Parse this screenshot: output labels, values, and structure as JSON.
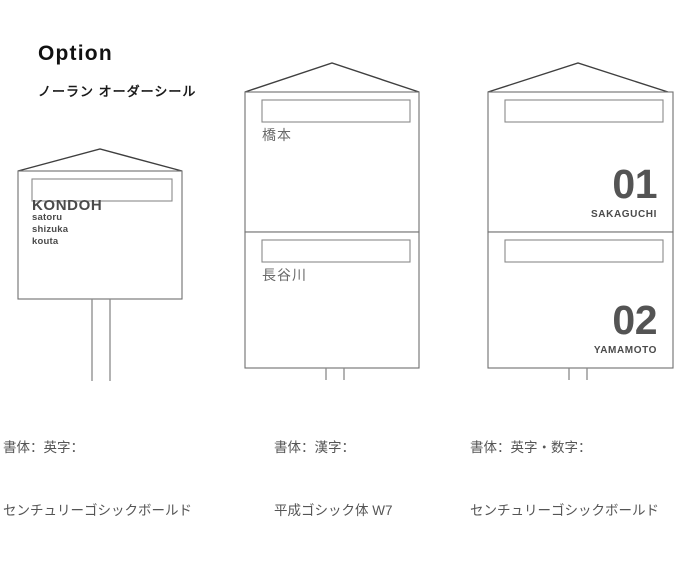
{
  "heading": {
    "title": "Option",
    "subtitle": "ノーラン オーダーシール"
  },
  "figures": [
    {
      "id": "mailbox-single-english",
      "type": "single-unit-with-post",
      "units": [
        {
          "unit_index": 1,
          "style": "english-name-list",
          "name": "KONDOH",
          "members": "satoru\nshizuka\nkouta"
        }
      ],
      "caption": {
        "line1": "書体：英字：",
        "line2": "センチュリーゴシックボールド"
      }
    },
    {
      "id": "mailbox-double-kanji",
      "type": "double-unit",
      "units": [
        {
          "unit_index": 1,
          "style": "kanji-name",
          "name": "橋本"
        },
        {
          "unit_index": 2,
          "style": "kanji-name",
          "name": "長谷川"
        }
      ],
      "caption": {
        "line1": "書体：漢字：",
        "line2": "平成ゴシック体 W7"
      }
    },
    {
      "id": "mailbox-double-number",
      "type": "double-unit",
      "units": [
        {
          "unit_index": 1,
          "style": "number-and-name",
          "number": "01",
          "name": "SAKAGUCHI"
        },
        {
          "unit_index": 2,
          "style": "number-and-name",
          "number": "02",
          "name": "YAMAMOTO"
        }
      ],
      "caption": {
        "line1": "書体：英字・数字：",
        "line2": "センチュリーゴシックボールド"
      }
    }
  ],
  "colors": {
    "outline": "#4a4a4a",
    "slot_outline": "#6f6f6f",
    "text_dark": "#111111",
    "text_gray": "#555555",
    "text_label": "#4d4d4d",
    "background": "#ffffff"
  }
}
